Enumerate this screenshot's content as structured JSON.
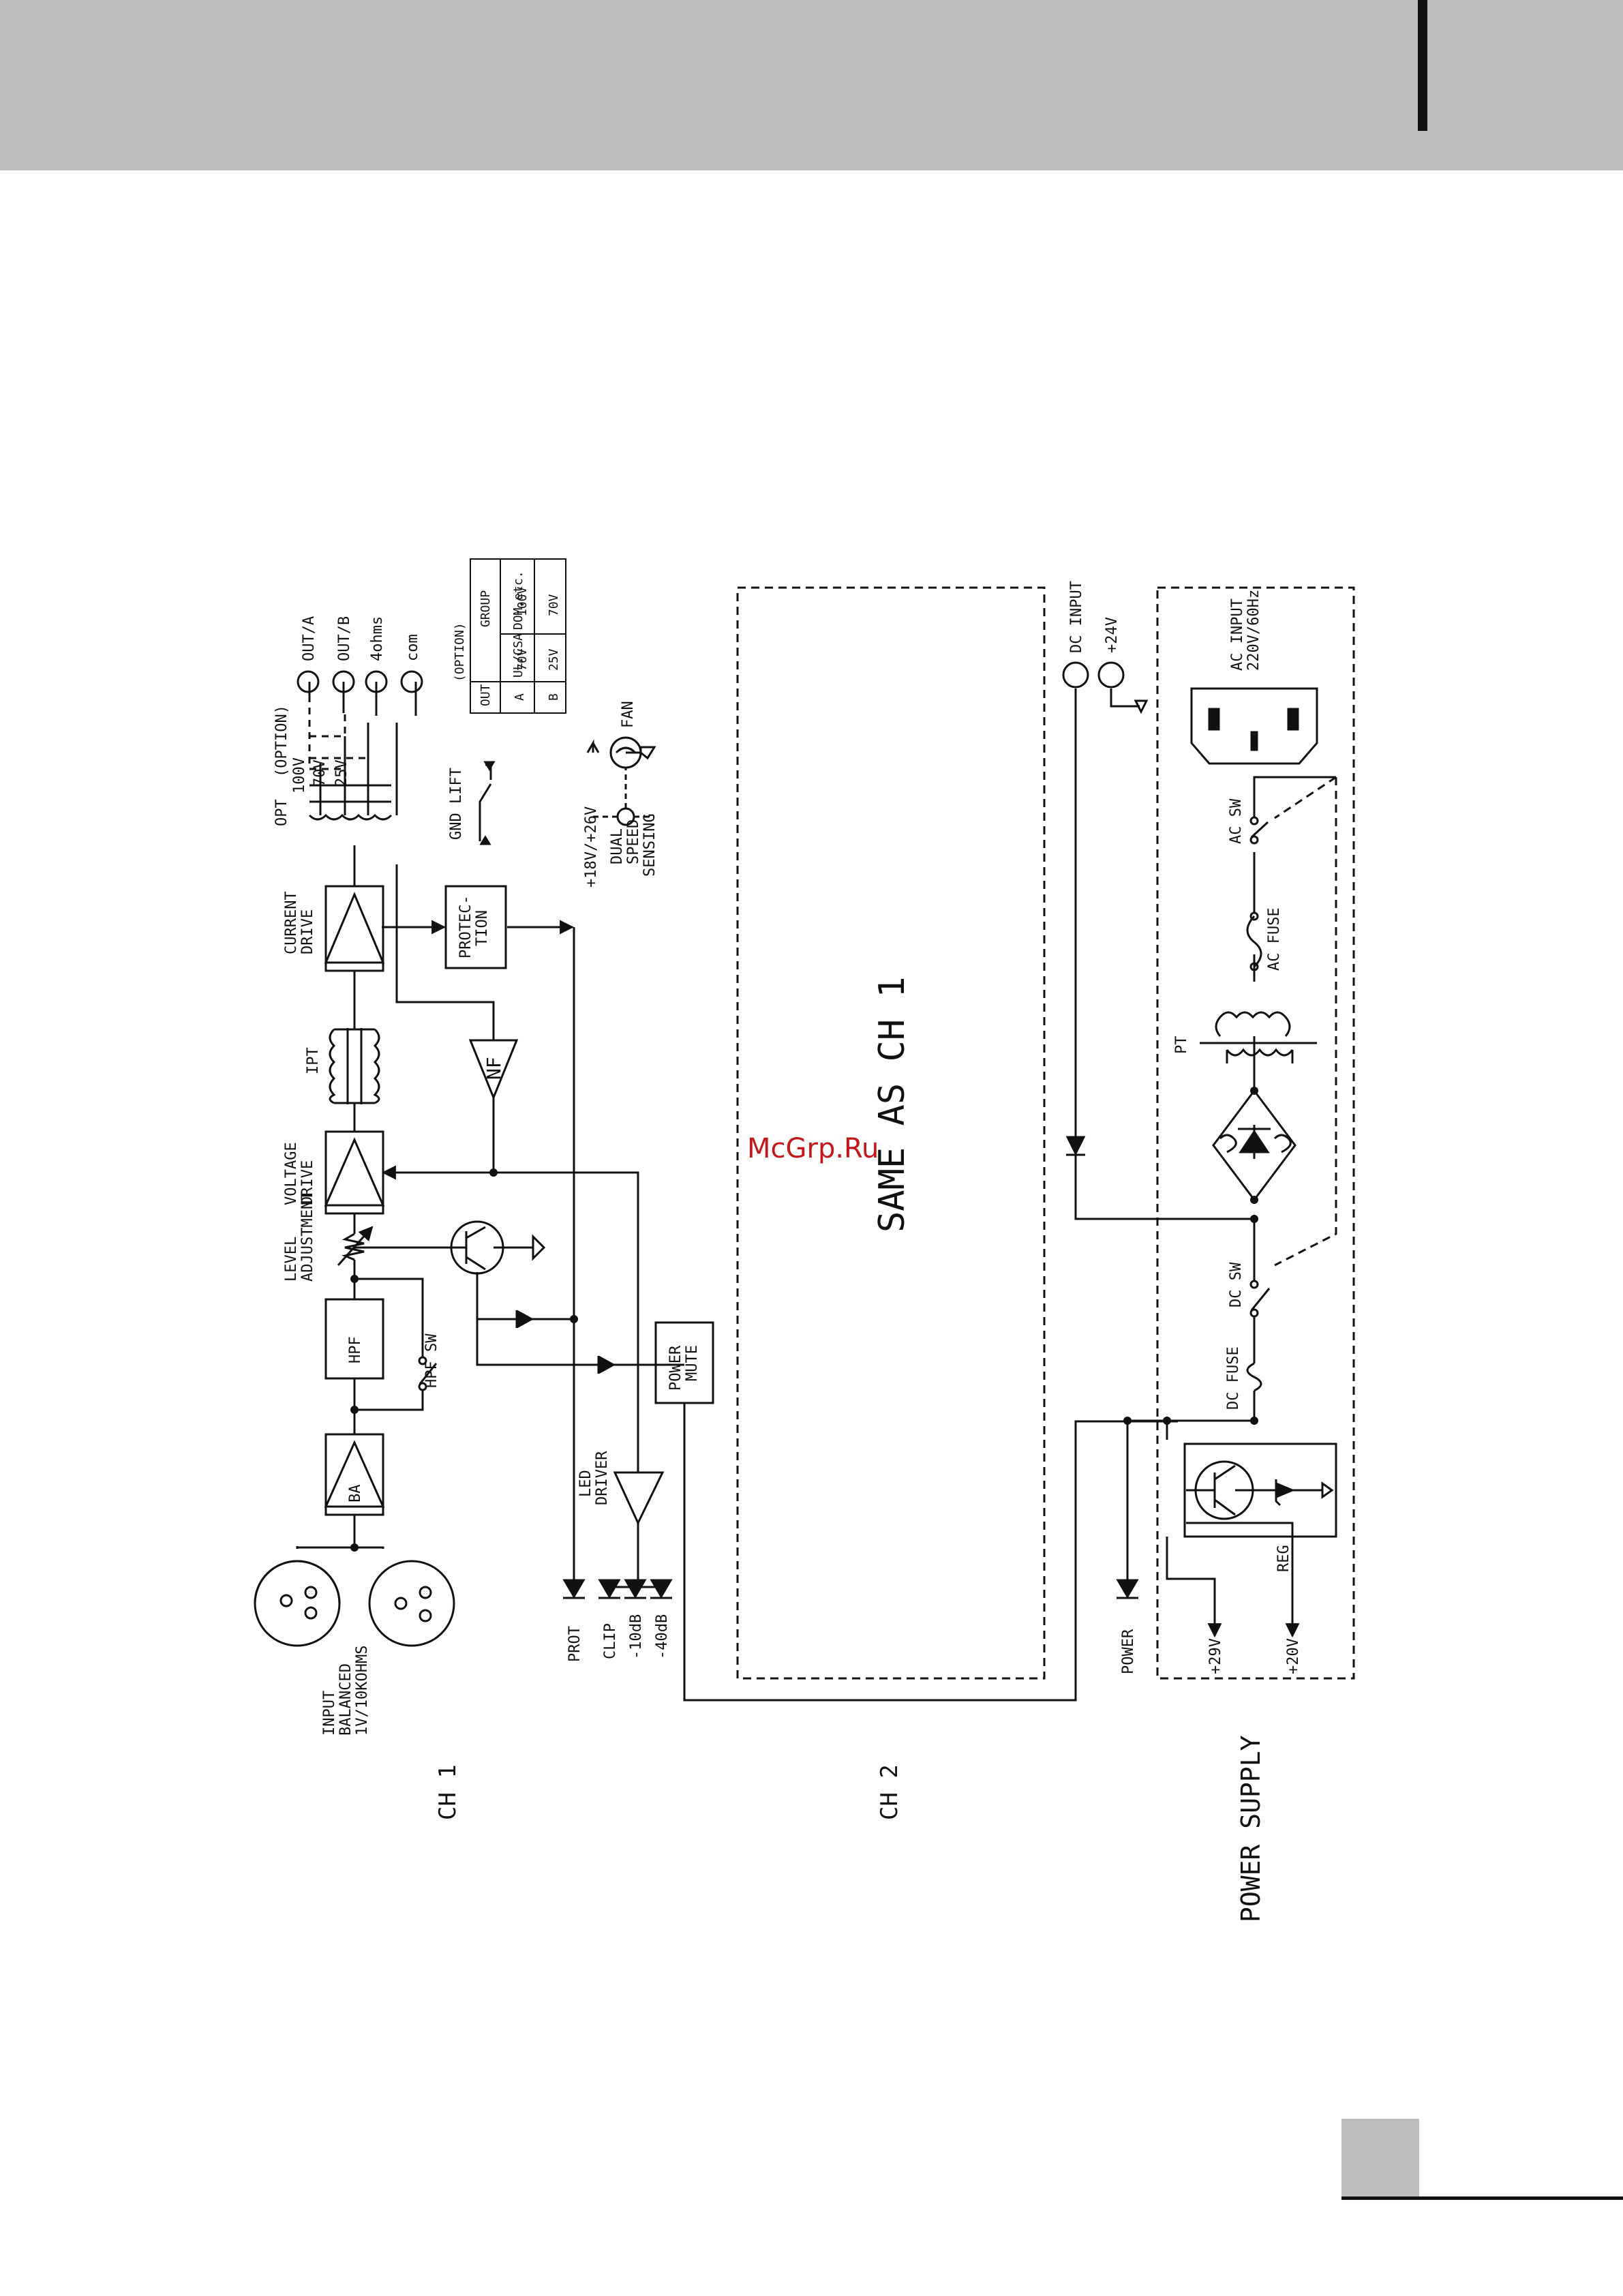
{
  "watermark": "McGrp.Ru",
  "sections": {
    "ch1": "CH 1",
    "ch2": "CH 2",
    "power_supply": "POWER SUPPLY",
    "ch2_note": "SAME AS CH 1"
  },
  "ch1": {
    "input": [
      "INPUT",
      "BALANCED",
      "1V/10KOHMS"
    ],
    "ba": "BA",
    "hpf": "HPF",
    "hpf_sw": "HPF SW",
    "level_adjustment": [
      "LEVEL",
      "ADJUSTMENT"
    ],
    "voltage_drive": [
      "VOLTAGE",
      "DRIVE"
    ],
    "ipt": "IPT",
    "current_drive": [
      "CURRENT",
      "DRIVE"
    ],
    "protection": [
      "PROTEC-",
      "TION"
    ],
    "nf": "NF",
    "opt": "OPT",
    "option": "(OPTION)",
    "taps": [
      "100V",
      "70V",
      "25V"
    ],
    "outputs": [
      "OUT/A",
      "OUT/B",
      "4ohms",
      "com"
    ],
    "gnd_lift": "GND LIFT",
    "fan_supply": "+18V/+26V",
    "fan_control": [
      "DUAL",
      "SPEED",
      "SENSING"
    ],
    "fan": "FAN",
    "led_driver": [
      "LED",
      "DRIVER"
    ],
    "power_mute": [
      "POWER",
      "MUTE"
    ],
    "leds": [
      "PROT",
      "CLIP",
      "-10dB",
      "-40dB"
    ]
  },
  "option_table": {
    "caption": "(OPTION)",
    "col_out": "OUT",
    "col_group": "GROUP",
    "groups": [
      "UL/CSA",
      "DOM,etc."
    ],
    "rows": [
      {
        "out": "A",
        "values": [
          "70V",
          "100V"
        ]
      },
      {
        "out": "B",
        "values": [
          "25V",
          "70V"
        ]
      }
    ]
  },
  "power": {
    "dc_input": "DC INPUT",
    "plus24v": "+24V",
    "ac_input": [
      "AC INPUT",
      "220V/60Hz"
    ],
    "ac_sw": "AC SW",
    "ac_fuse": "AC FUSE",
    "pt": "PT",
    "dc_sw": "DC SW",
    "dc_fuse": "DC FUSE",
    "reg": "REG",
    "v29": "+29V",
    "v20": "+20V",
    "power_led": "POWER"
  }
}
